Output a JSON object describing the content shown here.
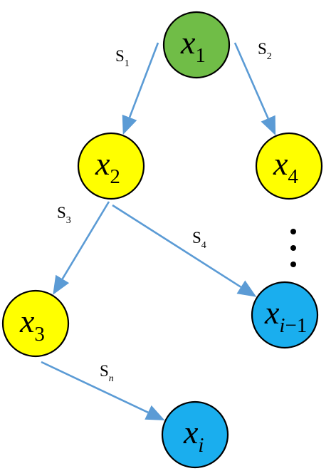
{
  "colors": {
    "green": "#70bd47",
    "yellow": "#ffff00",
    "blue": "#1aaeee",
    "edge": "#5b9bd5"
  },
  "nodes": [
    {
      "id": "x1",
      "base": "x",
      "sub": "1",
      "color": "green"
    },
    {
      "id": "x2",
      "base": "x",
      "sub": "2",
      "color": "yellow"
    },
    {
      "id": "x4",
      "base": "x",
      "sub": "4",
      "color": "yellow"
    },
    {
      "id": "x3",
      "base": "x",
      "sub": "3",
      "color": "yellow"
    },
    {
      "id": "xi-1",
      "base": "x",
      "sub_var": "i",
      "sub": "−1",
      "color": "blue"
    },
    {
      "id": "xi",
      "base": "x",
      "sub_var": "i",
      "sub": "",
      "color": "blue"
    }
  ],
  "edges": [
    {
      "id": "s1",
      "from": "x1",
      "to": "x2",
      "label": "S",
      "label_sub": "1"
    },
    {
      "id": "s2",
      "from": "x1",
      "to": "x4",
      "label": "S",
      "label_sub": "2"
    },
    {
      "id": "s3",
      "from": "x2",
      "to": "x3",
      "label": "S",
      "label_sub": "3"
    },
    {
      "id": "s4",
      "from": "x2",
      "to": "xi-1",
      "label": "S",
      "label_sub": "4"
    },
    {
      "id": "sn",
      "from": "x3",
      "to": "xi",
      "label": "S",
      "label_sub_var": "n"
    }
  ],
  "ellipsis": "⋮"
}
